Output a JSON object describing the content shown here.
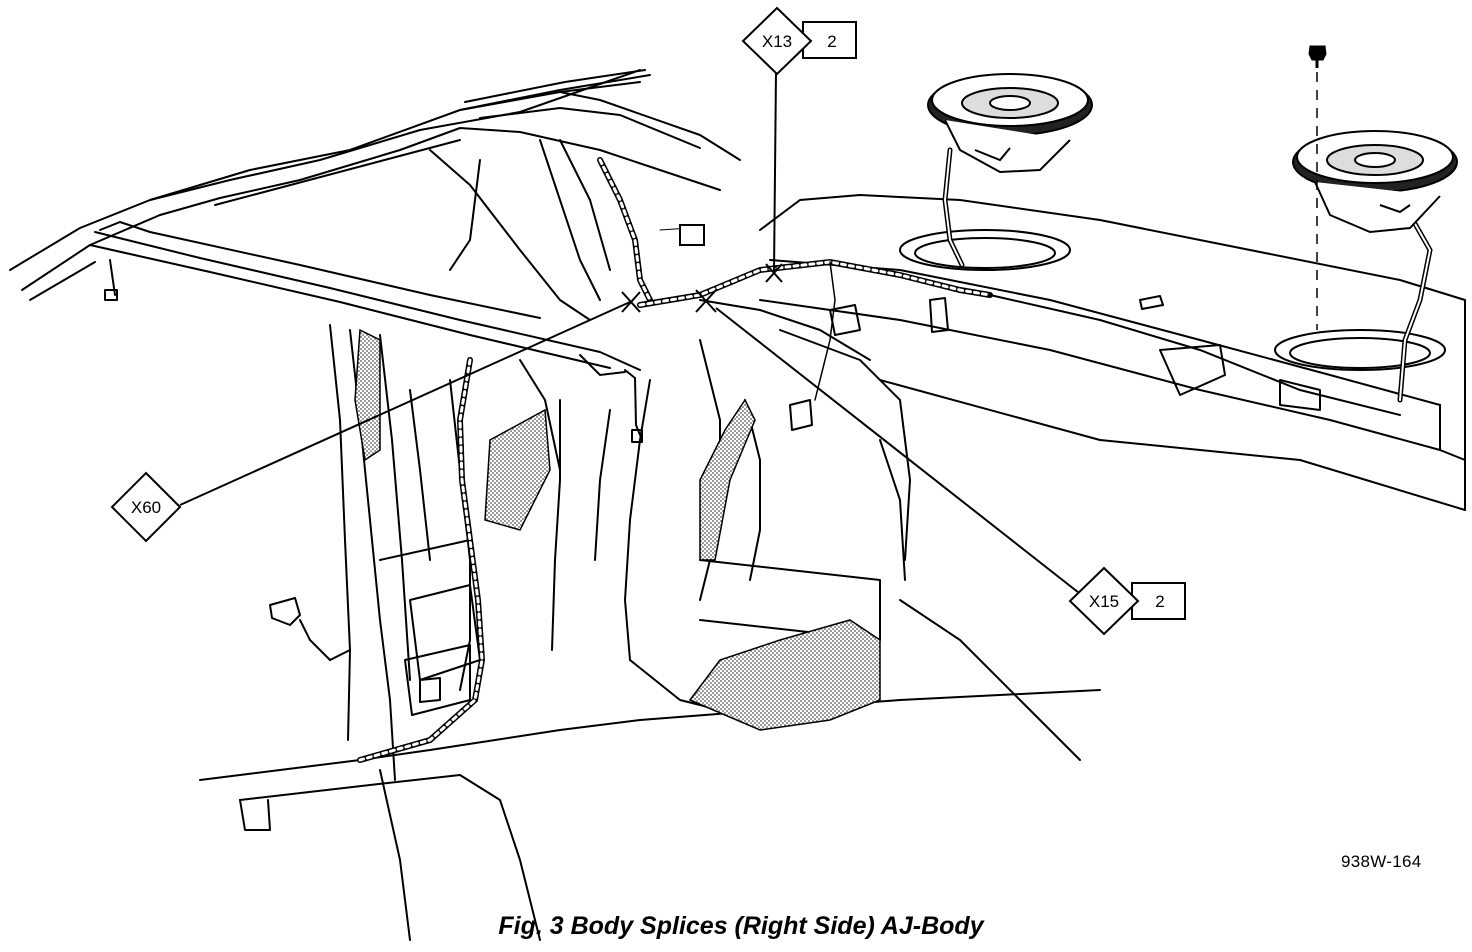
{
  "callouts": [
    {
      "code": "X13",
      "circuit": "2"
    },
    {
      "code": "X60",
      "circuit": ""
    },
    {
      "code": "X15",
      "circuit": "2"
    }
  ],
  "reference_code": "938W-164",
  "caption": "Fig. 3 Body Splices (Right Side) AJ-Body",
  "colors": {
    "line": "#000000",
    "background": "#ffffff",
    "shading": "#9a9a9a"
  }
}
